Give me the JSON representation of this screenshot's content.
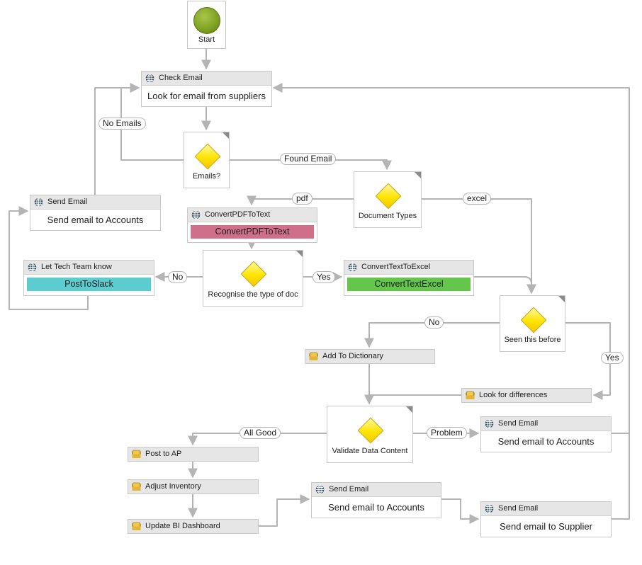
{
  "start": {
    "label": "Start",
    "color": "#7f9f22"
  },
  "nodes": {
    "check_email": {
      "title": "Check Email",
      "body": "Look for email from suppliers",
      "icon": "globe-icon"
    },
    "send_email_accounts_left": {
      "title": "Send Email",
      "body": "Send email to Accounts",
      "icon": "globe-icon"
    },
    "convert_pdf": {
      "title": "ConvertPDFToText",
      "bar": "ConvertPDFToText",
      "bar_color": "#cf6f8a",
      "icon": "globe-icon"
    },
    "tech_team": {
      "title": "Let Tech Team know",
      "bar": "PostToSlack",
      "bar_color": "#5ccdcf",
      "icon": "globe-icon"
    },
    "convert_excel": {
      "title": "ConvertTextToExcel",
      "bar": "ConvertTextExcel",
      "bar_color": "#64c74c",
      "icon": "globe-icon"
    },
    "add_dictionary": {
      "title": "Add To Dictionary",
      "icon": "folder-icon"
    },
    "look_differences": {
      "title": "Look for differences",
      "icon": "folder-icon"
    },
    "send_email_accounts_problem": {
      "title": "Send Email",
      "body": "Send email to Accounts",
      "icon": "globe-icon"
    },
    "post_ap": {
      "title": "Post to AP",
      "icon": "folder-icon"
    },
    "adjust_inventory": {
      "title": "Adjust Inventory",
      "icon": "folder-icon"
    },
    "update_bi": {
      "title": "Update BI Dashboard",
      "icon": "folder-icon"
    },
    "send_email_accounts_bottom": {
      "title": "Send Email",
      "body": "Send email to Accounts",
      "icon": "globe-icon"
    },
    "send_email_supplier": {
      "title": "Send Email",
      "body": "Send email to Supplier",
      "icon": "globe-icon"
    }
  },
  "decisions": {
    "emails": "Emails?",
    "document_types": "Document Types",
    "recognise": "Recognise the type of doc",
    "seen_before": "Seen this before",
    "validate": "Validate Data Content"
  },
  "edge_labels": {
    "no_emails": "No Emails",
    "found_email": "Found Email",
    "pdf": "pdf",
    "excel": "excel",
    "recognise_no": "No",
    "recognise_yes": "Yes",
    "seen_no": "No",
    "seen_yes": "Yes",
    "all_good": "All Good",
    "problem": "Problem"
  },
  "colors": {
    "connector": "#b4b4b4",
    "header": "#e6e6e6",
    "border": "#c9c9c9",
    "diamond": "#ffe400"
  }
}
